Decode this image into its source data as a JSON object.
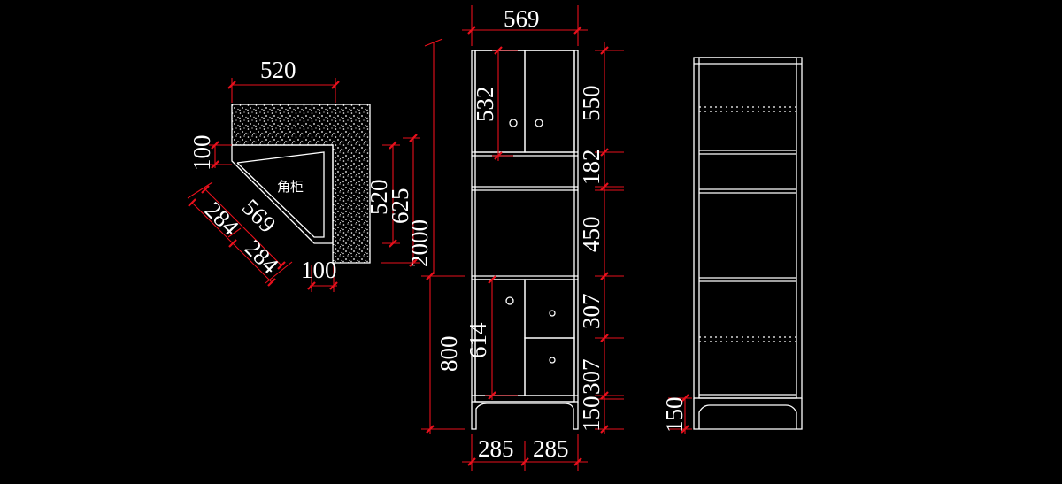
{
  "drawing": {
    "plan_view": {
      "label": "角柜",
      "dims": {
        "top_width": "520",
        "left_depth": "100",
        "diag_full": "569",
        "diag_a": "284",
        "diag_b": "284",
        "bottom_depth": "100",
        "right_inner": "520",
        "right_outer": "625"
      }
    },
    "front_elevation": {
      "dims": {
        "total_width": "569",
        "total_height": "2000",
        "upper_door_height": "532",
        "upper_section": "550",
        "shelf_gap_1": "182",
        "open_section": "450",
        "lower_cabinet": "800",
        "lower_door_height": "614",
        "drawer_top": "307",
        "drawer_bottom": "307",
        "plinth": "150",
        "half_width_left": "285",
        "half_width_right": "285"
      }
    },
    "side_elevation": {
      "dims": {
        "plinth": "150"
      }
    },
    "colors": {
      "background": "#000000",
      "line": "#ffffff",
      "dimension": "#e8101c"
    }
  }
}
